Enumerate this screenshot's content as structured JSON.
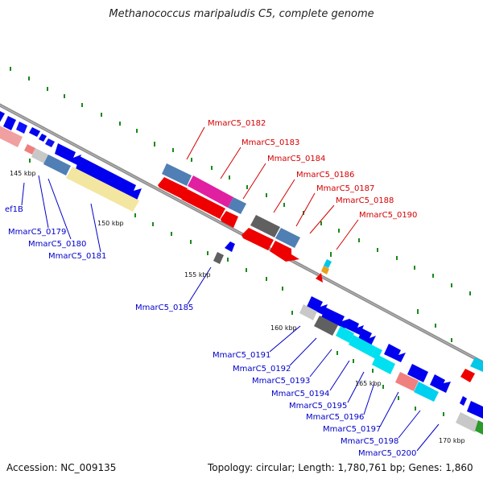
{
  "title": "Methanococcus maripaludis C5, complete genome",
  "footer": {
    "accession": "Accession: NC_009135",
    "summary": "Topology: circular; Length: 1,780,761 bp; Genes: 1,860"
  },
  "colors": {
    "forward_gene": "#0000ee",
    "reverse_gene": "#ee0000",
    "backbone": "#808080",
    "label_forward": "#0000c8",
    "label_reverse": "#d40000",
    "tick": "#1a8a1a"
  },
  "scale_labels": [
    "145 kbp",
    "150 kbp",
    "155 kbp",
    "160 kbp",
    "165 kbp",
    "170 kbp"
  ],
  "reverse_labels": [
    "MmarC5_0182",
    "MmarC5_0183",
    "MmarC5_0184",
    "MmarC5_0186",
    "MmarC5_0187",
    "MmarC5_0188",
    "MmarC5_0190"
  ],
  "forward_labels": [
    "ef1B",
    "MmarC5_0179",
    "MmarC5_0180",
    "MmarC5_0181",
    "MmarC5_0185",
    "MmarC5_0191",
    "MmarC5_0192",
    "MmarC5_0193",
    "MmarC5_0194",
    "MmarC5_0195",
    "MmarC5_0196",
    "MmarC5_0197",
    "MmarC5_0198",
    "MmarC5_0200"
  ]
}
